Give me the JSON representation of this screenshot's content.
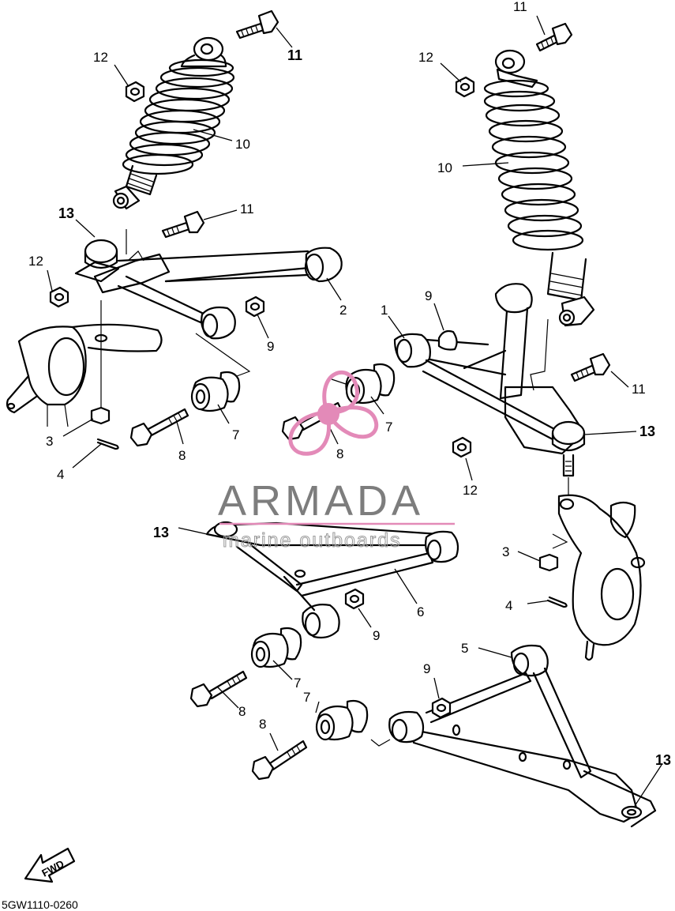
{
  "watermark": {
    "brand": "ARMADA",
    "tagline": "marine outboards",
    "logo_color": "#e38ab8",
    "text_color": "#7d7d7d"
  },
  "diagram_code": "5GW1110-0260",
  "fwd_label": "FWD",
  "callouts": {
    "c11_tl": "11",
    "c12_tl": "12",
    "c10_l": "10",
    "c13_tl": "13",
    "c11_ml": "11",
    "c12_ml": "12",
    "c2": "2",
    "c9_ml": "9",
    "c7_l": "7",
    "c8_l": "8",
    "c3_l": "3",
    "c4_l": "4",
    "c11_tr": "11",
    "c12_tr": "12",
    "c10_r": "10",
    "c9_mr": "9",
    "c1": "1",
    "c7_m": "7",
    "c8_m": "8",
    "c11_mr": "11",
    "c13_r": "13",
    "c12_mr": "12",
    "c13_ml": "13",
    "c6": "6",
    "c9_lower": "9",
    "c3_r": "3",
    "c4_r": "4",
    "c5": "5",
    "c9_br": "9",
    "c7_lower": "7",
    "c8_lower": "8",
    "c7_lb": "7",
    "c8_lb": "8",
    "c13_br": "13"
  }
}
